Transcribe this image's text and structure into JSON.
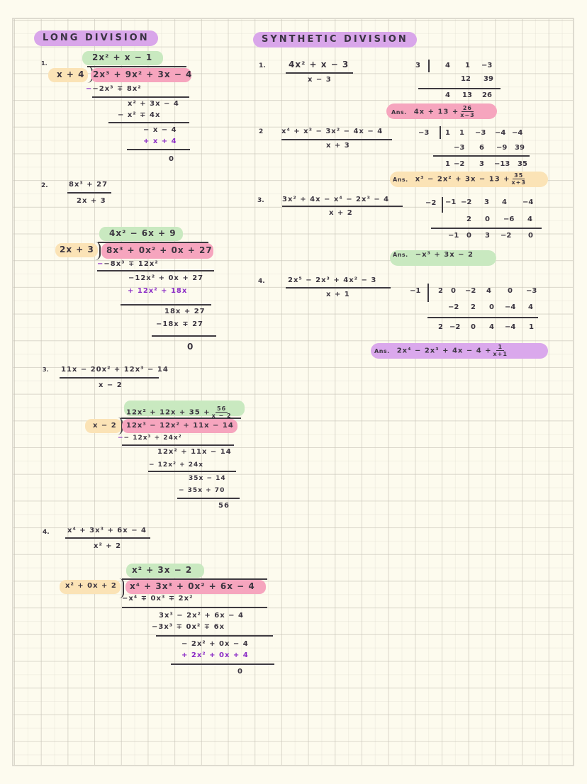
{
  "colors": {
    "paper": "#fdfbef",
    "grid": "#d8d4c6",
    "ink": "#3b3540",
    "sign_ink": "#8b2bc6",
    "highlight_green": "#c9e9c0",
    "highlight_peach": "#fbe3b6",
    "highlight_pink": "#f6a5be",
    "highlight_purple": "#daa8ec"
  },
  "long_division": {
    "title": "LONG DIVISION",
    "problems": [
      {
        "number": "1.",
        "quotient": "2x² + x − 1",
        "divisor": "x + 4",
        "dividend": "2x³ + 9x² + 3x − 4",
        "steps": [
          {
            "text": "−2x³ ∓ 8x²"
          },
          {
            "text": "x² + 3x − 4"
          },
          {
            "text": "− x² ∓ 4x"
          },
          {
            "text": "− x − 4"
          },
          {
            "text": "+ x + 4"
          }
        ],
        "remainder": "0"
      },
      {
        "number": "2.",
        "fraction_num": "8x³ + 27",
        "fraction_den": "2x + 3",
        "quotient": "4x² − 6x + 9",
        "divisor": "2x + 3",
        "dividend": "8x³ + 0x² + 0x + 27",
        "steps": [
          {
            "text": "−8x³ ∓ 12x²"
          },
          {
            "text": "−12x² + 0x + 27"
          },
          {
            "text": "+ 12x² + 18x"
          },
          {
            "text": "18x + 27"
          },
          {
            "text": "−18x ∓ 27"
          }
        ],
        "remainder": "0"
      },
      {
        "number": "3.",
        "fraction_num": "11x − 20x² + 12x³ − 14",
        "fraction_den": "x − 2",
        "quotient": "12x² + 12x + 35 +",
        "quotient_frac_num": "56",
        "quotient_frac_den": "x − 2",
        "divisor": "x − 2",
        "dividend": "12x³ − 12x² + 11x − 14",
        "steps": [
          {
            "text": "− 12x³ + 24x²"
          },
          {
            "text": "12x² + 11x − 14"
          },
          {
            "text": "− 12x² + 24x"
          },
          {
            "text": "35x − 14"
          },
          {
            "text": "− 35x + 70"
          }
        ],
        "remainder": "56"
      },
      {
        "number": "4.",
        "fraction_num": "x⁴ + 3x³ + 6x − 4",
        "fraction_den": "x² + 2",
        "quotient": "x² + 3x − 2",
        "divisor": "x² + 0x + 2",
        "dividend": "x⁴ + 3x³ + 0x² + 6x − 4",
        "steps": [
          {
            "text": "−x⁴ ∓ 0x³ ∓ 2x²"
          },
          {
            "text": "3x³ − 2x² + 6x − 4"
          },
          {
            "text": "−3x³ ∓ 0x² ∓ 6x"
          },
          {
            "text": "− 2x² + 0x − 4"
          },
          {
            "text": "+ 2x² + 0x + 4"
          }
        ],
        "remainder": "0"
      }
    ]
  },
  "synthetic_division": {
    "title": "SYNTHETIC DIVISION",
    "answer_label": "Ans.",
    "problems": [
      {
        "number": "1.",
        "fraction_num": "4x² + x − 3",
        "fraction_den": "x − 3",
        "root": "3",
        "row1": [
          "4",
          "1",
          "−3"
        ],
        "row2": [
          "",
          "12",
          "39"
        ],
        "row3": [
          "4",
          "13",
          "26"
        ],
        "answer": "4x + 13 +",
        "answer_frac_num": "26",
        "answer_frac_den": "x−3"
      },
      {
        "number": "2",
        "fraction_num": "x⁴ + x³ − 3x² − 4x − 4",
        "fraction_den": "x + 3",
        "root": "−3",
        "row1": [
          "1",
          "1",
          "−3",
          "−4",
          "−4"
        ],
        "row2": [
          "",
          "−3",
          "6",
          "−9",
          "39"
        ],
        "row3": [
          "1",
          "−2",
          "3",
          "−13",
          "35"
        ],
        "answer": "x³ − 2x² + 3x − 13 +",
        "answer_frac_num": "35",
        "answer_frac_den": "x+3"
      },
      {
        "number": "3.",
        "fraction_num": "3x² + 4x − x⁴ − 2x³ − 4",
        "fraction_den": "x + 2",
        "root": "−2",
        "row1": [
          "−1",
          "−2",
          "3",
          "4",
          "−4"
        ],
        "row2": [
          "",
          "2",
          "0",
          "−6",
          "4"
        ],
        "row3": [
          "−1",
          "0",
          "3",
          "−2",
          "0"
        ],
        "answer": "−x³ + 3x − 2"
      },
      {
        "number": "4.",
        "fraction_num": "2x⁵ − 2x³ + 4x² − 3",
        "fraction_den": "x + 1",
        "root": "−1",
        "row1": [
          "2",
          "0",
          "−2",
          "4",
          "0",
          "−3"
        ],
        "row2": [
          "",
          "−2",
          "2",
          "0",
          "−4",
          "4"
        ],
        "row3": [
          "2",
          "−2",
          "0",
          "4",
          "−4",
          "1"
        ],
        "answer": "2x⁴ − 2x³ + 4x − 4 +",
        "answer_frac_num": "1",
        "answer_frac_den": "x+1"
      }
    ]
  }
}
